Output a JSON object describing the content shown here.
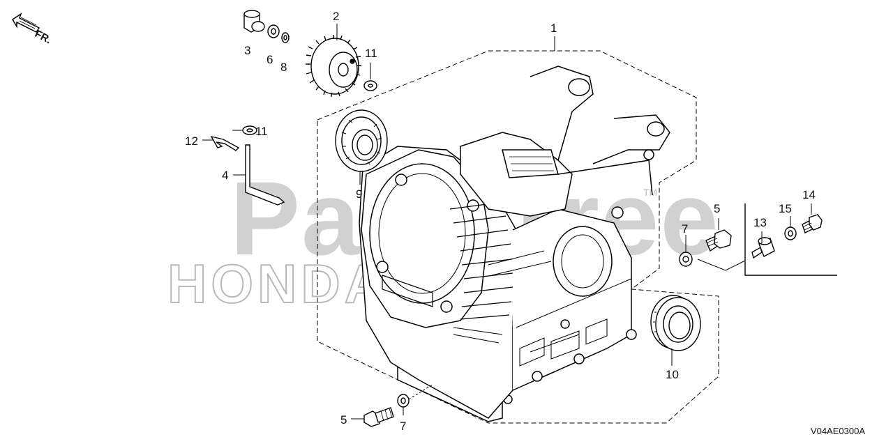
{
  "watermark": {
    "brand": "PartsTree",
    "trademark": "TM",
    "honda": "HONDA"
  },
  "orientation": {
    "label": "FR."
  },
  "diagram_code": "V04AE0300A",
  "callouts": [
    "1",
    "2",
    "3",
    "6",
    "8",
    "11",
    "11",
    "12",
    "4",
    "9",
    "5",
    "7",
    "13",
    "15",
    "14",
    "10",
    "5",
    "7"
  ]
}
